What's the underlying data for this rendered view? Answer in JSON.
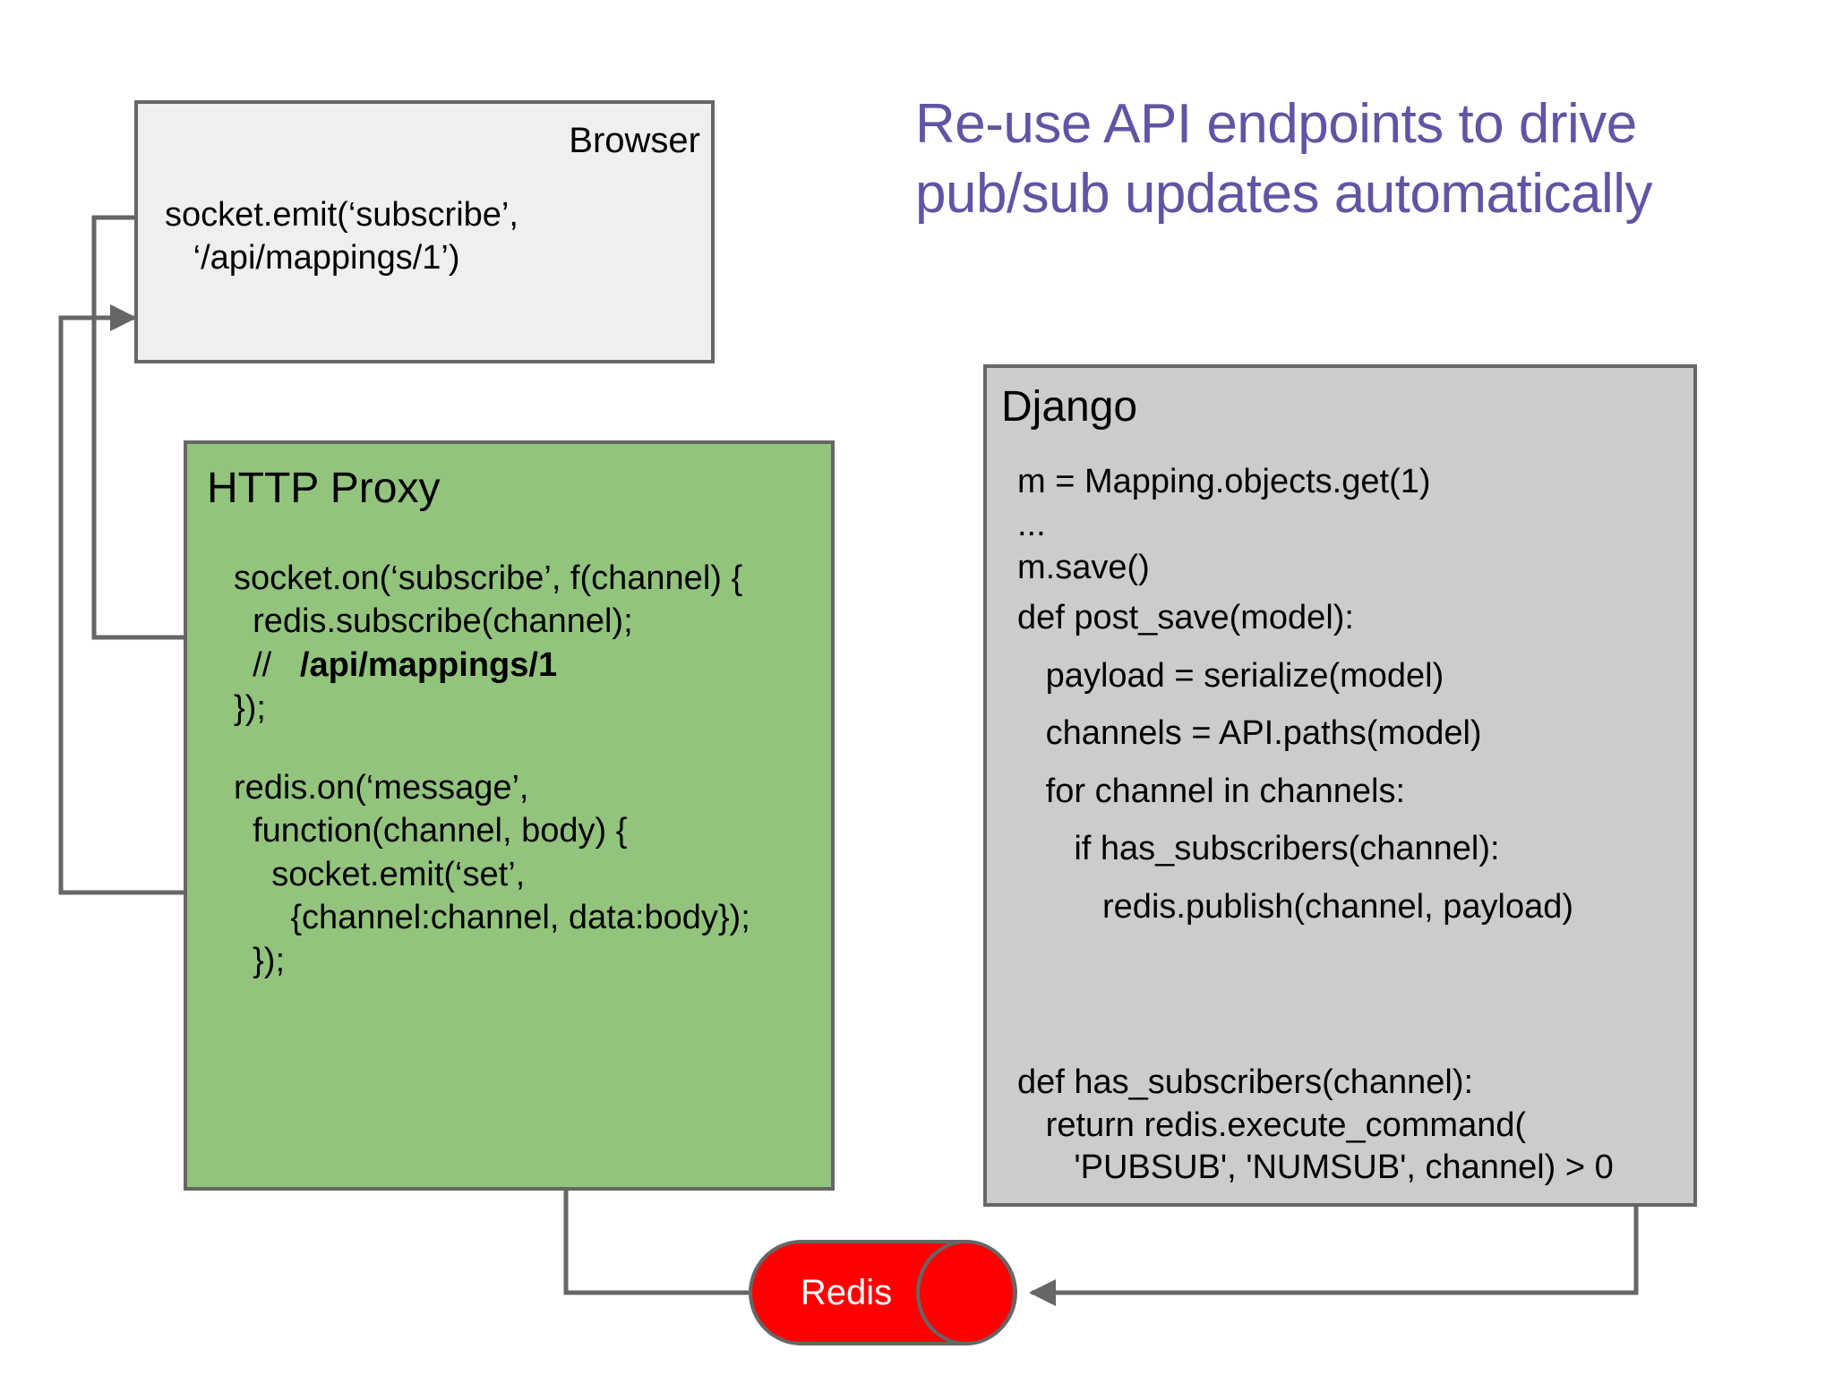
{
  "slide": {
    "title_line_1": "Re-use API endpoints to drive",
    "title_line_2": "pub/sub updates automatically",
    "title_color": "#6154a4",
    "background": "#ffffff"
  },
  "nodes": {
    "browser": {
      "label": "Browser",
      "fill": "#efefef",
      "stroke": "#666666",
      "code": "socket.emit(‘subscribe’,\n   ‘/api/mappings/1’)"
    },
    "http_proxy": {
      "title": "HTTP Proxy",
      "fill": "#93c47d",
      "stroke": "#666666",
      "code_block_1_pre": "socket.on(‘subscribe’, f(channel) {\n  redis.subscribe(channel);\n  //   ",
      "code_block_1_bold": "/api/mappings/1",
      "code_block_1_post": "\n});",
      "code_block_2": "redis.on(‘message’,\n  function(channel, body) {\n    socket.emit(‘set’,\n      {channel:channel, data:body});\n  });"
    },
    "django": {
      "title": "Django",
      "fill": "#cccccc",
      "stroke": "#666666",
      "code_block_1": "m = Mapping.objects.get(1)\n...\nm.save()",
      "code_block_2": "def post_save(model):\n   payload = serialize(model)\n   channels = API.paths(model)\n   for channel in channels:\n      if has_subscribers(channel):\n         redis.publish(channel, payload)",
      "code_block_3": "def has_subscribers(channel):\n   return redis.execute_command(\n      'PUBSUB', 'NUMSUB', channel) > 0"
    },
    "redis": {
      "label": "Redis",
      "fill": "#ff0000",
      "stroke": "#666666",
      "text_color": "#ffffff"
    }
  },
  "connectors": {
    "stroke": "#666666",
    "items": [
      {
        "name": "browser-subscribe-to-proxy",
        "from": "browser",
        "to": "http-proxy"
      },
      {
        "name": "proxy-emit-set-to-browser",
        "from": "http-proxy",
        "to": "browser"
      },
      {
        "name": "redis-message-to-proxy",
        "from": "redis",
        "to": "http-proxy"
      },
      {
        "name": "django-publish-to-redis",
        "from": "django",
        "to": "redis"
      }
    ]
  }
}
